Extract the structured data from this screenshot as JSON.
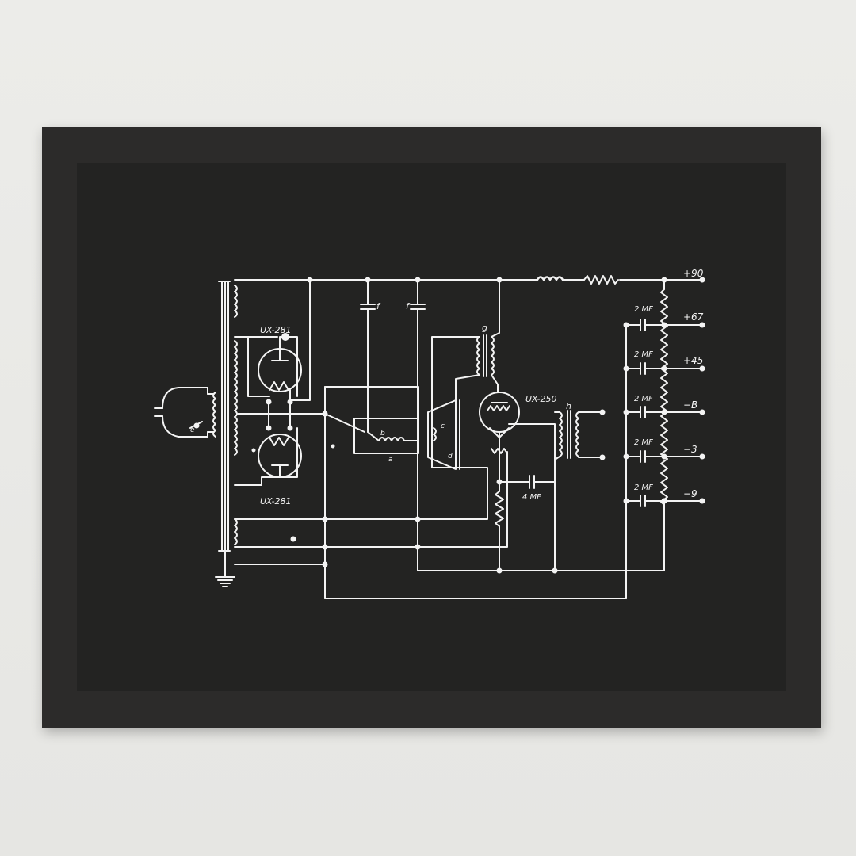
{
  "tubes": {
    "rectifier_top": "UX-281",
    "rectifier_bottom": "UX-281",
    "power": "UX-250"
  },
  "terminals": [
    "+90",
    "+67",
    "+45",
    "−B",
    "−3",
    "−9"
  ],
  "capacitors": {
    "filter": [
      "2 MF",
      "2 MF",
      "2 MF",
      "2 MF",
      "2 MF"
    ],
    "coupling": "4 MF"
  },
  "letters": {
    "f1": "f",
    "f2": "f",
    "g": "g",
    "h": "h",
    "b": "b",
    "a": "a",
    "c": "c",
    "d": "d",
    "e": "e"
  },
  "colors": {
    "wall": "#e9e9e7",
    "frame": "#2c2b2a",
    "mat": "#232322",
    "ink": "#f3f3f3"
  }
}
